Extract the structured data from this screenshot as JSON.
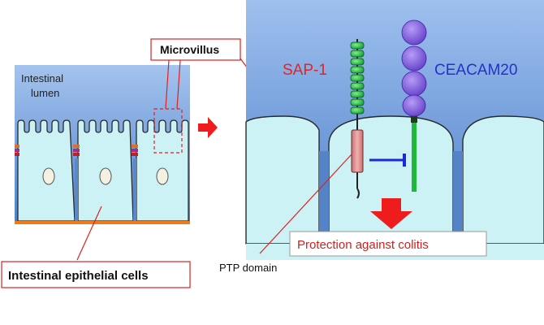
{
  "labels": {
    "intestinal_lumen_line1": "Intestinal",
    "intestinal_lumen_line2": "lumen",
    "microvillus": "Microvillus",
    "sap1": "SAP-1",
    "ceacam20": "CEACAM20",
    "protection": "Protection against colitis",
    "ptp_domain": "PTP domain",
    "epithelial_cells": "Intestinal epithelial cells"
  },
  "colors": {
    "lumen_top": "#8fb3e8",
    "lumen_bottom": "#4d7fc9",
    "cell_fill": "#ccf2f6",
    "cell_stroke": "#2a2a2a",
    "sap1_green": "#1fae3c",
    "ceacam20_purple": "#7b57d6",
    "ptp_domain_red": "#d98c8c",
    "inhibition_blue": "#1a2ad8",
    "arrow_red": "#ee1c1c",
    "sap1_text": "#e02424",
    "ceacam20_text": "#2233cc",
    "basement": "#f07a1a"
  },
  "icons": [
    "zoom-arrow-icon",
    "down-arrow-icon",
    "inhibition-icon"
  ]
}
